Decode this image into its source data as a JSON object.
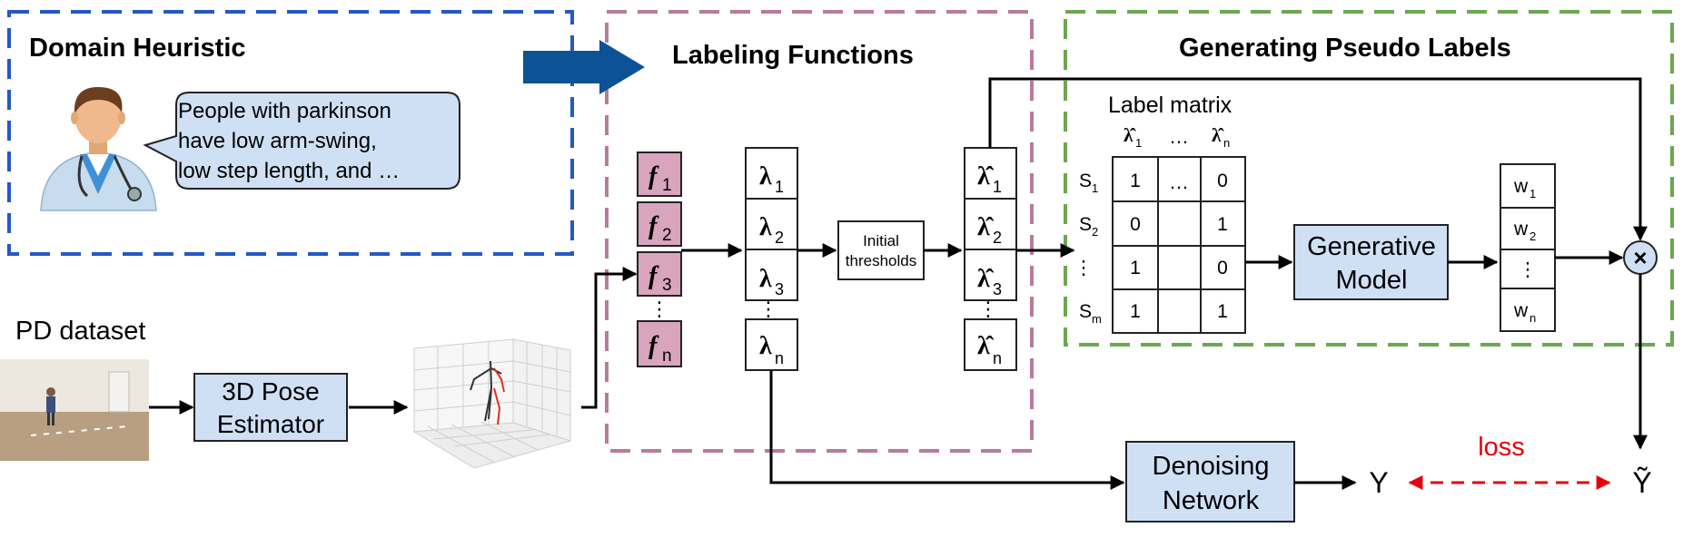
{
  "sections": {
    "domain_heuristic": "Domain Heuristic",
    "labeling_functions": "Labeling Functions",
    "generating_pseudo_labels": "Generating Pseudo Labels"
  },
  "speech_bubble": {
    "lines": [
      "People with parkinson",
      "have low arm-swing,",
      "low step length, and …"
    ]
  },
  "dataset_label": "PD dataset",
  "pose_estimator": {
    "line1": "3D Pose",
    "line2": "Estimator"
  },
  "labeling_functions": {
    "letter": "f",
    "subscripts": [
      "1",
      "2",
      "3",
      "n"
    ]
  },
  "lambda_column": {
    "symbol": "λ",
    "subscripts": [
      "1",
      "2",
      "3",
      "n"
    ]
  },
  "initial_thresholds": {
    "line1": "Initial",
    "line2": "thresholds"
  },
  "lambda_hat_column": {
    "symbol": "λ̂",
    "subscripts": [
      "1",
      "2",
      "3",
      "n"
    ]
  },
  "label_matrix": {
    "title": "Label matrix",
    "col_headers": [
      {
        "symbol": "λ̂",
        "sub": "1"
      },
      {
        "symbol": "…",
        "sub": ""
      },
      {
        "symbol": "λ̂",
        "sub": "n"
      }
    ],
    "row_labels": [
      {
        "symbol": "S",
        "sub": "1"
      },
      {
        "symbol": "S",
        "sub": "2"
      },
      {
        "symbol": "⋮",
        "sub": ""
      },
      {
        "symbol": "S",
        "sub": "m"
      }
    ],
    "cells": [
      [
        "1",
        "…",
        "0"
      ],
      [
        "0",
        "",
        "1"
      ],
      [
        "1",
        "",
        "0"
      ],
      [
        "1",
        "",
        "1"
      ]
    ]
  },
  "generative_model": {
    "line1": "Generative",
    "line2": "Model"
  },
  "weights": [
    {
      "symbol": "w",
      "sub": "1"
    },
    {
      "symbol": "w",
      "sub": "2"
    },
    {
      "symbol": "⋮",
      "sub": ""
    },
    {
      "symbol": "w",
      "sub": "n"
    }
  ],
  "multiply_symbol": "×",
  "denoising_network": {
    "line1": "Denoising",
    "line2": "Network"
  },
  "output_y": "Y",
  "output_y_tilde": "Ỹ",
  "loss_label": "loss",
  "colors": {
    "blue_dash": "#2458c6",
    "pink_dash": "#b97b9d",
    "green_dash": "#6aa84f",
    "box_fill": "#cfe0f5",
    "f_fill": "#d9a4bd",
    "arrow_blue": "#0b5394",
    "loss_red": "#e8000b"
  }
}
